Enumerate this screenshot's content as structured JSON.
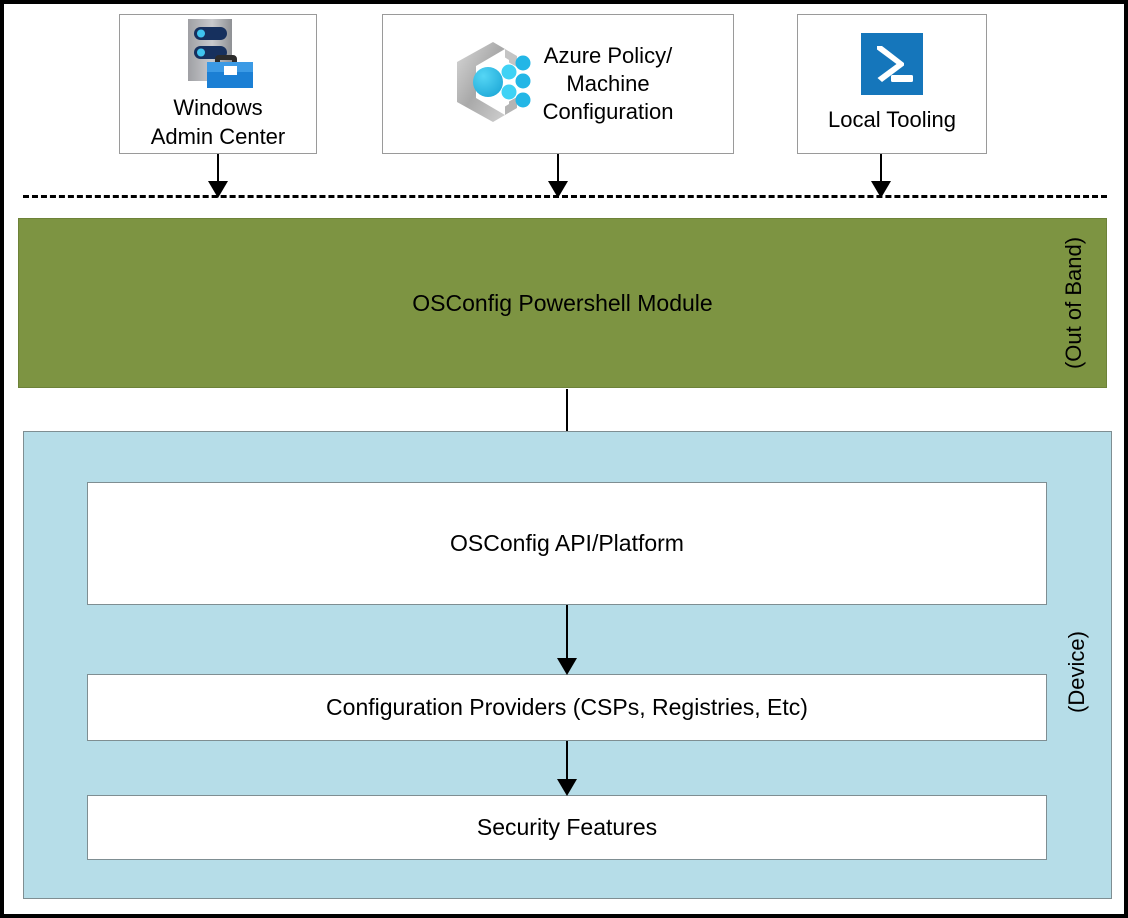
{
  "diagram": {
    "title": "OSConfig architecture layering",
    "colors": {
      "out_of_band_band": "#7d9442",
      "device_band": "#b6dde8",
      "box_border": "#7f8e92",
      "frame": "#000000",
      "azure_accent": "#32bde8",
      "powershell_blue": "#1576bb"
    },
    "sources": [
      {
        "id": "windows-admin-center",
        "label": "Windows\nAdmin Center",
        "icon": "windows-admin-center-icon"
      },
      {
        "id": "azure-policy-machine-configuration",
        "label": "Azure Policy/\nMachine\nConfiguration",
        "icon": "azure-policy-icon"
      },
      {
        "id": "local-tooling",
        "label": "Local Tooling",
        "icon": "powershell-icon"
      }
    ],
    "boundary": {
      "style": "dashed",
      "name": "out-of-band-boundary"
    },
    "out_of_band": {
      "title": "OSConfig Powershell Module",
      "side_label": "(Out of Band)"
    },
    "device": {
      "side_label": "(Device)",
      "layers": [
        {
          "id": "osconfig-api-platform",
          "label": "OSConfig API/Platform"
        },
        {
          "id": "configuration-providers",
          "label": "Configuration Providers (CSPs, Registries, Etc)"
        },
        {
          "id": "security-features",
          "label": "Security Features"
        }
      ]
    },
    "arrows": [
      {
        "id": "arrow-wac-to-boundary",
        "from": "windows-admin-center",
        "to": "out-of-band-boundary"
      },
      {
        "id": "arrow-azure-to-boundary",
        "from": "azure-policy-machine-configuration",
        "to": "out-of-band-boundary"
      },
      {
        "id": "arrow-local-to-boundary",
        "from": "local-tooling",
        "to": "out-of-band-boundary"
      },
      {
        "id": "arrow-module-to-api",
        "from": "osconfig-powershell-module",
        "to": "osconfig-api-platform"
      },
      {
        "id": "arrow-api-to-providers",
        "from": "osconfig-api-platform",
        "to": "configuration-providers"
      },
      {
        "id": "arrow-providers-to-security",
        "from": "configuration-providers",
        "to": "security-features"
      }
    ]
  }
}
